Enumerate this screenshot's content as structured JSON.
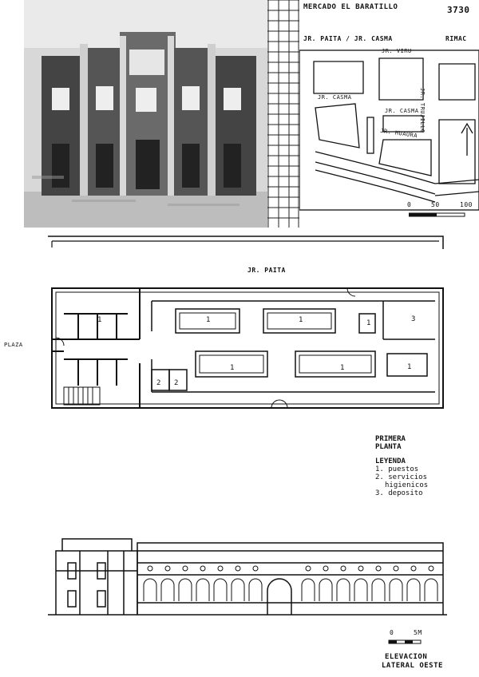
{
  "header": {
    "title": "MERCADO EL BARATILLO",
    "sheet_number": "3730"
  },
  "location_map": {
    "street_paita_casma": "JR. PAITA / JR. CASMA",
    "district": "RIMAC",
    "street_virú": "JR. VIRU",
    "street_casma_left": "JR. CASMA",
    "street_casma_mid": "JR. CASMA",
    "street_huaura": "JR. HUAURA",
    "street_trujillo": "JR. TRUJILLO",
    "scale_0": "0",
    "scale_50": "50",
    "scale_100": "100"
  },
  "plan": {
    "street_top": "JR. PAITA",
    "plaza": "PLAZA",
    "stall_labels": [
      "1",
      "1",
      "1",
      "1",
      "1",
      "1",
      "1"
    ],
    "toilet_labels": [
      "2",
      "2"
    ],
    "storage_label": "3"
  },
  "legend": {
    "plan_title_line1": "PRIMERA",
    "plan_title_line2": "PLANTA",
    "legend_title": "LEYENDA",
    "items": [
      "1. puestos",
      "2. servicios",
      "higienicos",
      "3. deposito"
    ]
  },
  "elevation": {
    "scale_0": "0",
    "scale_5": "5M",
    "title_line1": "ELEVACION",
    "title_line2": "LATERAL OESTE"
  }
}
